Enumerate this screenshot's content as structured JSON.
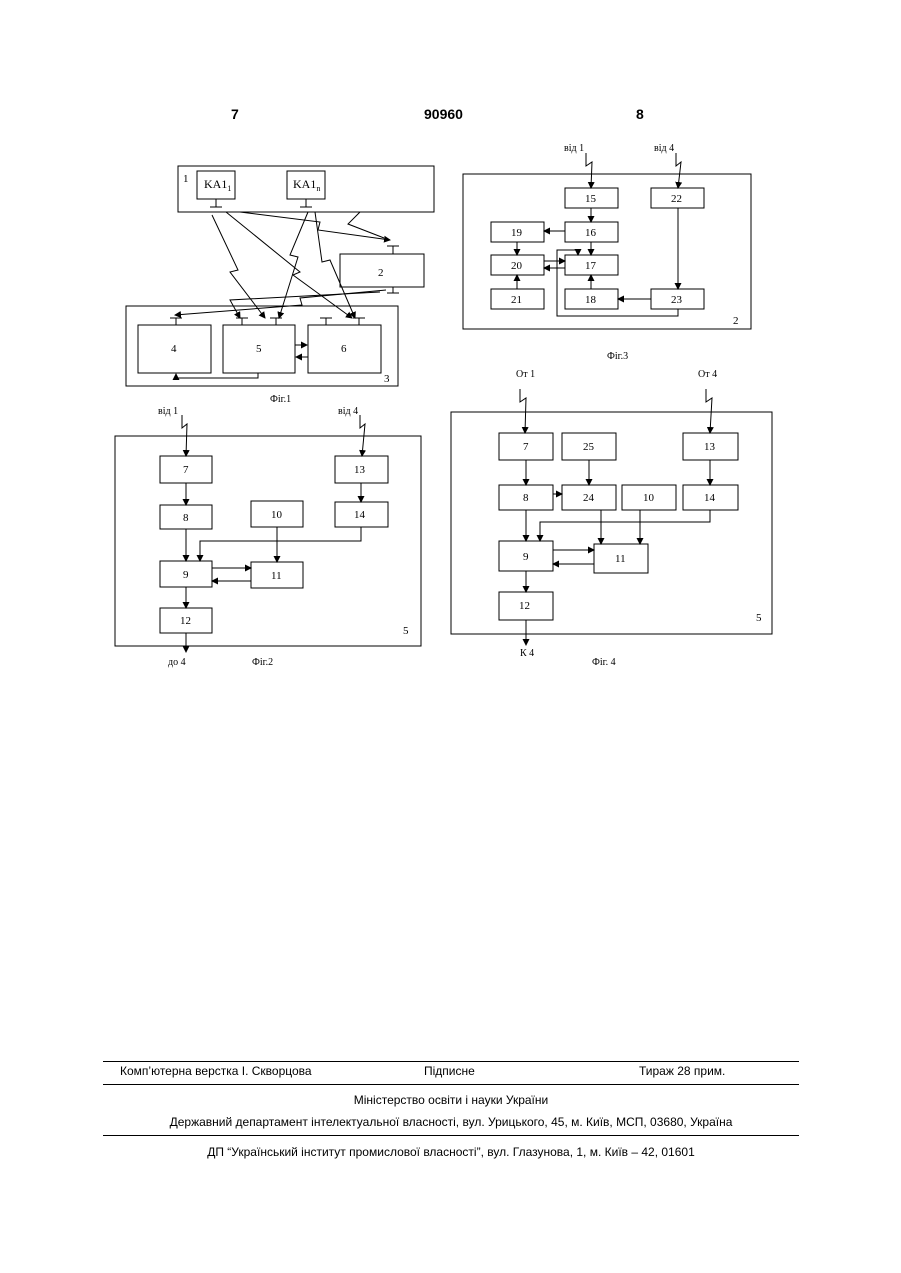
{
  "header": {
    "page_left": "7",
    "patent_number": "90960",
    "page_right": "8"
  },
  "fig1": {
    "caption": "Фіг.1",
    "block1_label": "1",
    "ka1_main": "KA1",
    "ka1_sub": "1",
    "kan_main": "KA1",
    "kan_sub": "n",
    "block2_label": "2",
    "block3_label": "3",
    "b4": "4",
    "b5": "5",
    "b6": "6"
  },
  "fig2": {
    "caption": "Фіг.2",
    "input_left": "від 1",
    "input_right": "від 4",
    "output": "до 4",
    "frame_label": "5",
    "b7": "7",
    "b8": "8",
    "b9": "9",
    "b10": "10",
    "b11": "11",
    "b12": "12",
    "b13": "13",
    "b14": "14"
  },
  "fig3": {
    "caption": "Фіг.3",
    "input_left": "від 1",
    "input_right": "від 4",
    "frame_label": "2",
    "b15": "15",
    "b16": "16",
    "b17": "17",
    "b18": "18",
    "b19": "19",
    "b20": "20",
    "b21": "21",
    "b22": "22",
    "b23": "23"
  },
  "fig4": {
    "caption": "Фіг. 4",
    "input_left": "От 1",
    "input_right": "От 4",
    "output": "К 4",
    "frame_label": "5",
    "b7": "7",
    "b8": "8",
    "b9": "9",
    "b10": "10",
    "b11": "11",
    "b12": "12",
    "b13": "13",
    "b14": "14",
    "b24": "24",
    "b25": "25"
  },
  "footer": {
    "layout_by": "Комп’ютерна верстка І. Скворцова",
    "signed": "Підписне",
    "circulation": "Тираж 28 прим.",
    "ministry": "Міністерство освіти і науки України",
    "department": "Державний департамент інтелектуальної власності, вул. Урицького, 45, м. Київ, МСП, 03680, Україна",
    "institute": "ДП “Український інститут промислової власності”, вул. Глазунова, 1, м. Київ – 42, 01601"
  }
}
